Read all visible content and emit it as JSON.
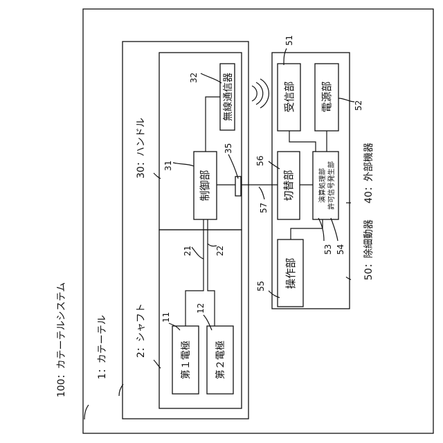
{
  "system": {
    "label": "100：カテーテルシステム"
  },
  "catheter": {
    "label": "1：カテーテル"
  },
  "shaft": {
    "label": "2：シャフト"
  },
  "handle": {
    "label": "30：ハンドル"
  },
  "external_device": {
    "label": "40：外部機器"
  },
  "ablation_device": {
    "label": "50：除細動器"
  },
  "blocks": {
    "electrode1": "第１電極",
    "electrode2": "第２電極",
    "controller": "制御部",
    "wireless": "無線通信器",
    "receiver": "受信部",
    "power": "電源部",
    "switch": "切替部",
    "processor_line1": "演算処理部",
    "processor_line2": "許可信号発生部",
    "operation": "操作部"
  },
  "refs": {
    "r11": "11",
    "r12": "12",
    "r21": "21",
    "r22": "22",
    "r31": "31",
    "r32": "32",
    "r35": "35",
    "r51": "51",
    "r52": "52",
    "r53": "53",
    "r54": "54",
    "r55": "55",
    "r56": "56",
    "r57": "57"
  }
}
